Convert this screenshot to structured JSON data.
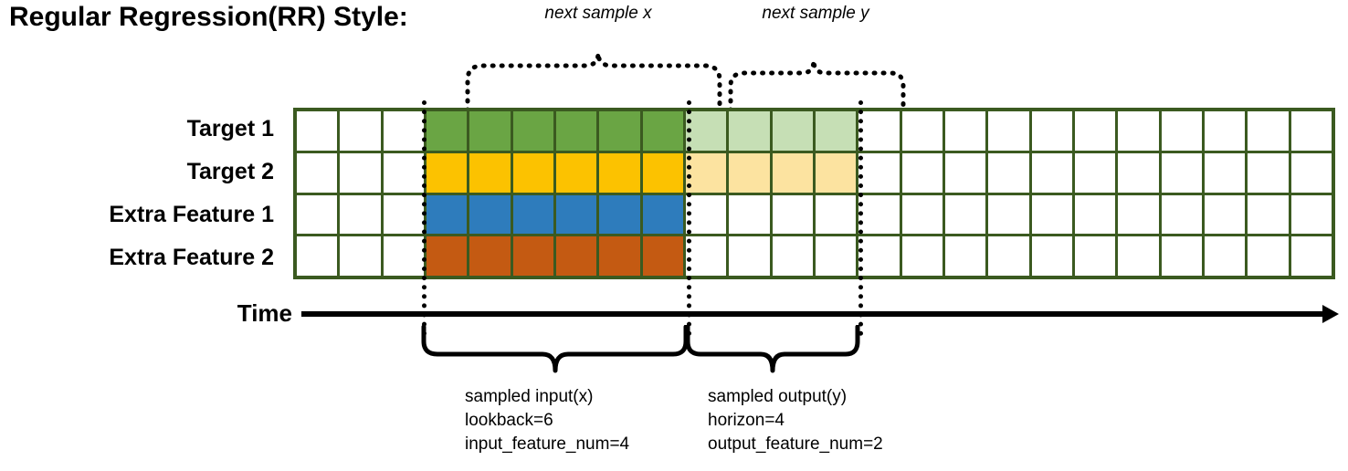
{
  "title": "Regular Regression(RR) Style:",
  "top_labels": {
    "next_x": "next sample x",
    "next_y": "next sample y"
  },
  "rows": [
    {
      "label": "Target 1",
      "fill_dark": "#6AA544",
      "fill_light": "#C6DFB5"
    },
    {
      "label": "Target 2",
      "fill_dark": "#FCC200",
      "fill_light": "#FCE3A0"
    },
    {
      "label": "Extra Feature 1",
      "fill_dark": "#2E7CBC",
      "fill_light": null
    },
    {
      "label": "Extra Feature 2",
      "fill_dark": "#C45A12",
      "fill_light": null
    }
  ],
  "grid": {
    "total_columns": 24,
    "total_rows": 4,
    "leading_blank_columns": 3,
    "input_columns": 6,
    "output_columns": 4,
    "trailing_blank_columns": 11,
    "border_color": "#3B5A20",
    "empty_cell_color": "#FFFFFF"
  },
  "axis": {
    "time_label": "Time"
  },
  "annotations": {
    "input": {
      "line1": "sampled input(x)",
      "line2": "lookback=6",
      "line3": "input_feature_num=4"
    },
    "output": {
      "line1": "sampled output(y)",
      "line2": "horizon=4",
      "line3": "output_feature_num=2"
    }
  },
  "chart_data": {
    "type": "table",
    "title": "Regular Regression(RR) Style:",
    "xlabel": "Time",
    "categories": [
      "Target 1",
      "Target 2",
      "Extra Feature 1",
      "Extra Feature 2"
    ],
    "series": [
      {
        "name": "Target 1",
        "values": [
          0,
          0,
          0,
          1,
          1,
          1,
          1,
          1,
          1,
          0.4,
          0.4,
          0.4,
          0.4,
          0,
          0,
          0,
          0,
          0,
          0,
          0,
          0,
          0,
          0,
          0
        ]
      },
      {
        "name": "Target 2",
        "values": [
          0,
          0,
          0,
          1,
          1,
          1,
          1,
          1,
          1,
          0.4,
          0.4,
          0.4,
          0.4,
          0,
          0,
          0,
          0,
          0,
          0,
          0,
          0,
          0,
          0,
          0
        ]
      },
      {
        "name": "Extra Feature 1",
        "values": [
          0,
          0,
          0,
          1,
          1,
          1,
          1,
          1,
          1,
          0,
          0,
          0,
          0,
          0,
          0,
          0,
          0,
          0,
          0,
          0,
          0,
          0,
          0,
          0
        ]
      },
      {
        "name": "Extra Feature 2",
        "values": [
          0,
          0,
          0,
          1,
          1,
          1,
          1,
          1,
          1,
          0,
          0,
          0,
          0,
          0,
          0,
          0,
          0,
          0,
          0,
          0,
          0,
          0,
          0,
          0
        ]
      }
    ],
    "annotations": [
      "next sample x",
      "next sample y",
      "sampled input(x) lookback=6 input_feature_num=4",
      "sampled output(y) horizon=4 output_feature_num=2"
    ],
    "grid": true,
    "legend": "none"
  }
}
